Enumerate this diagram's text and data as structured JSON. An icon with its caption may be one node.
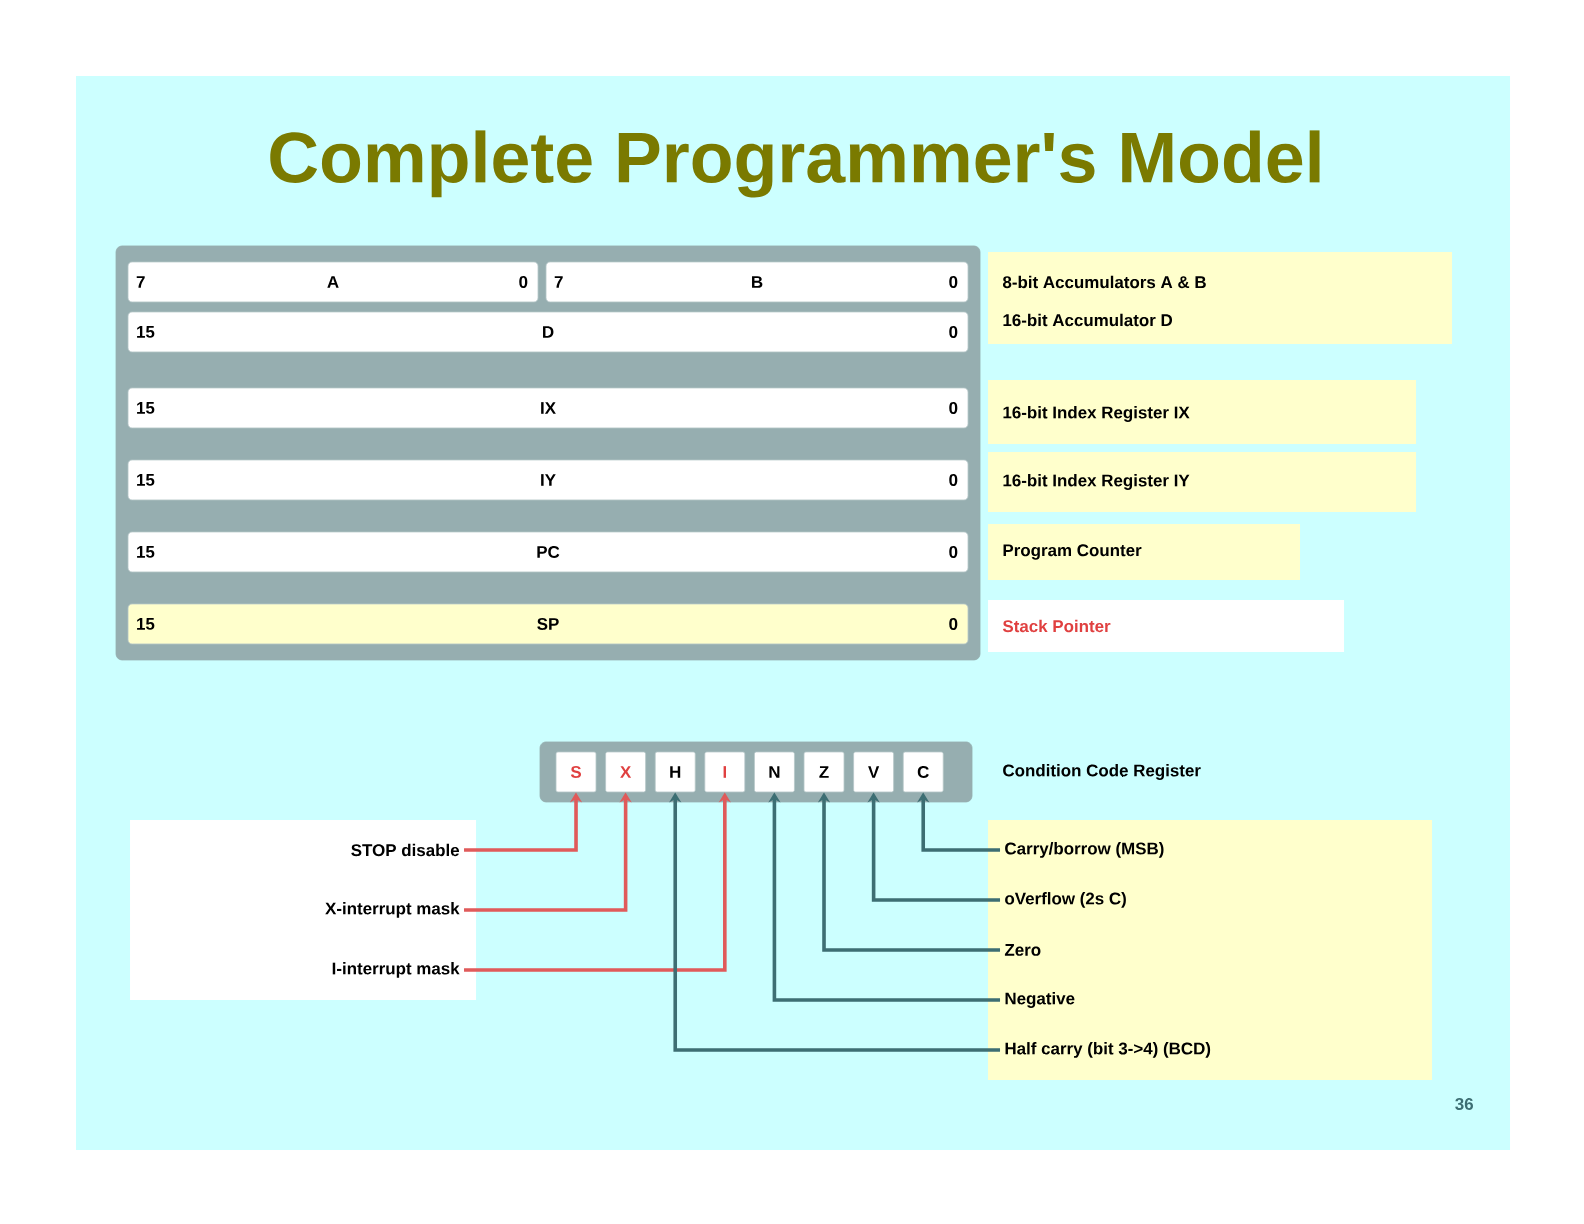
{
  "diagram": {
    "title": "Complete Programmer's Model",
    "nodes": [
      {
        "text": [
          "7",
          "A",
          "0"
        ]
      },
      {
        "text": [
          "7",
          "B",
          "0"
        ]
      },
      {
        "text": [
          "15",
          "D",
          "0"
        ]
      },
      {
        "text": [
          "15",
          "IX",
          "0"
        ]
      },
      {
        "text": [
          "15",
          "IY",
          "0"
        ]
      },
      {
        "text": [
          "15",
          "PC",
          "0"
        ]
      },
      {
        "text": [
          "15",
          "SP",
          "0"
        ]
      },
      {
        "text": [
          "S"
        ]
      },
      {
        "text": [
          "X"
        ]
      },
      {
        "text": [
          "H"
        ]
      },
      {
        "text": [
          "I"
        ]
      },
      {
        "text": [
          "N"
        ]
      },
      {
        "text": [
          "Z"
        ]
      },
      {
        "text": [
          "V"
        ]
      },
      {
        "text": [
          "C"
        ]
      },
      {
        "text": [
          "STOP disable"
        ]
      },
      {
        "text": [
          "X-interrupt mask"
        ]
      },
      {
        "text": [
          "I-interrupt mask"
        ]
      },
      {
        "text": [
          "Carry/borrow (MSB)"
        ]
      },
      {
        "text": [
          "oVerflow (2s C)"
        ]
      },
      {
        "text": [
          "Zero"
        ]
      },
      {
        "text": [
          "Negative"
        ]
      },
      {
        "text": [
          "Half carry (bit 3->4) (BCD)"
        ]
      }
    ],
    "edges": [
      {
        "from": 15,
        "to": 7,
        "arrow": "to",
        "color": "#e05a5a"
      },
      {
        "from": 16,
        "to": 8,
        "arrow": "to",
        "color": "#e05a5a"
      },
      {
        "from": 17,
        "to": 10,
        "arrow": "to",
        "color": "#e05a5a"
      },
      {
        "from": 18,
        "to": 14,
        "arrow": "to"
      },
      {
        "from": 19,
        "to": 13,
        "arrow": "to"
      },
      {
        "from": 20,
        "to": 12,
        "arrow": "to"
      },
      {
        "from": 21,
        "to": 11,
        "arrow": "to"
      },
      {
        "from": 22,
        "to": 9,
        "arrow": "to"
      }
    ],
    "labels": [
      "8-bit Accumulators A & B",
      "16-bit Accumulator D",
      "16-bit Index Register IX",
      "16-bit Index Register IY",
      "Program Counter",
      "Stack Pointer",
      "Condition Code Register",
      "36"
    ]
  }
}
